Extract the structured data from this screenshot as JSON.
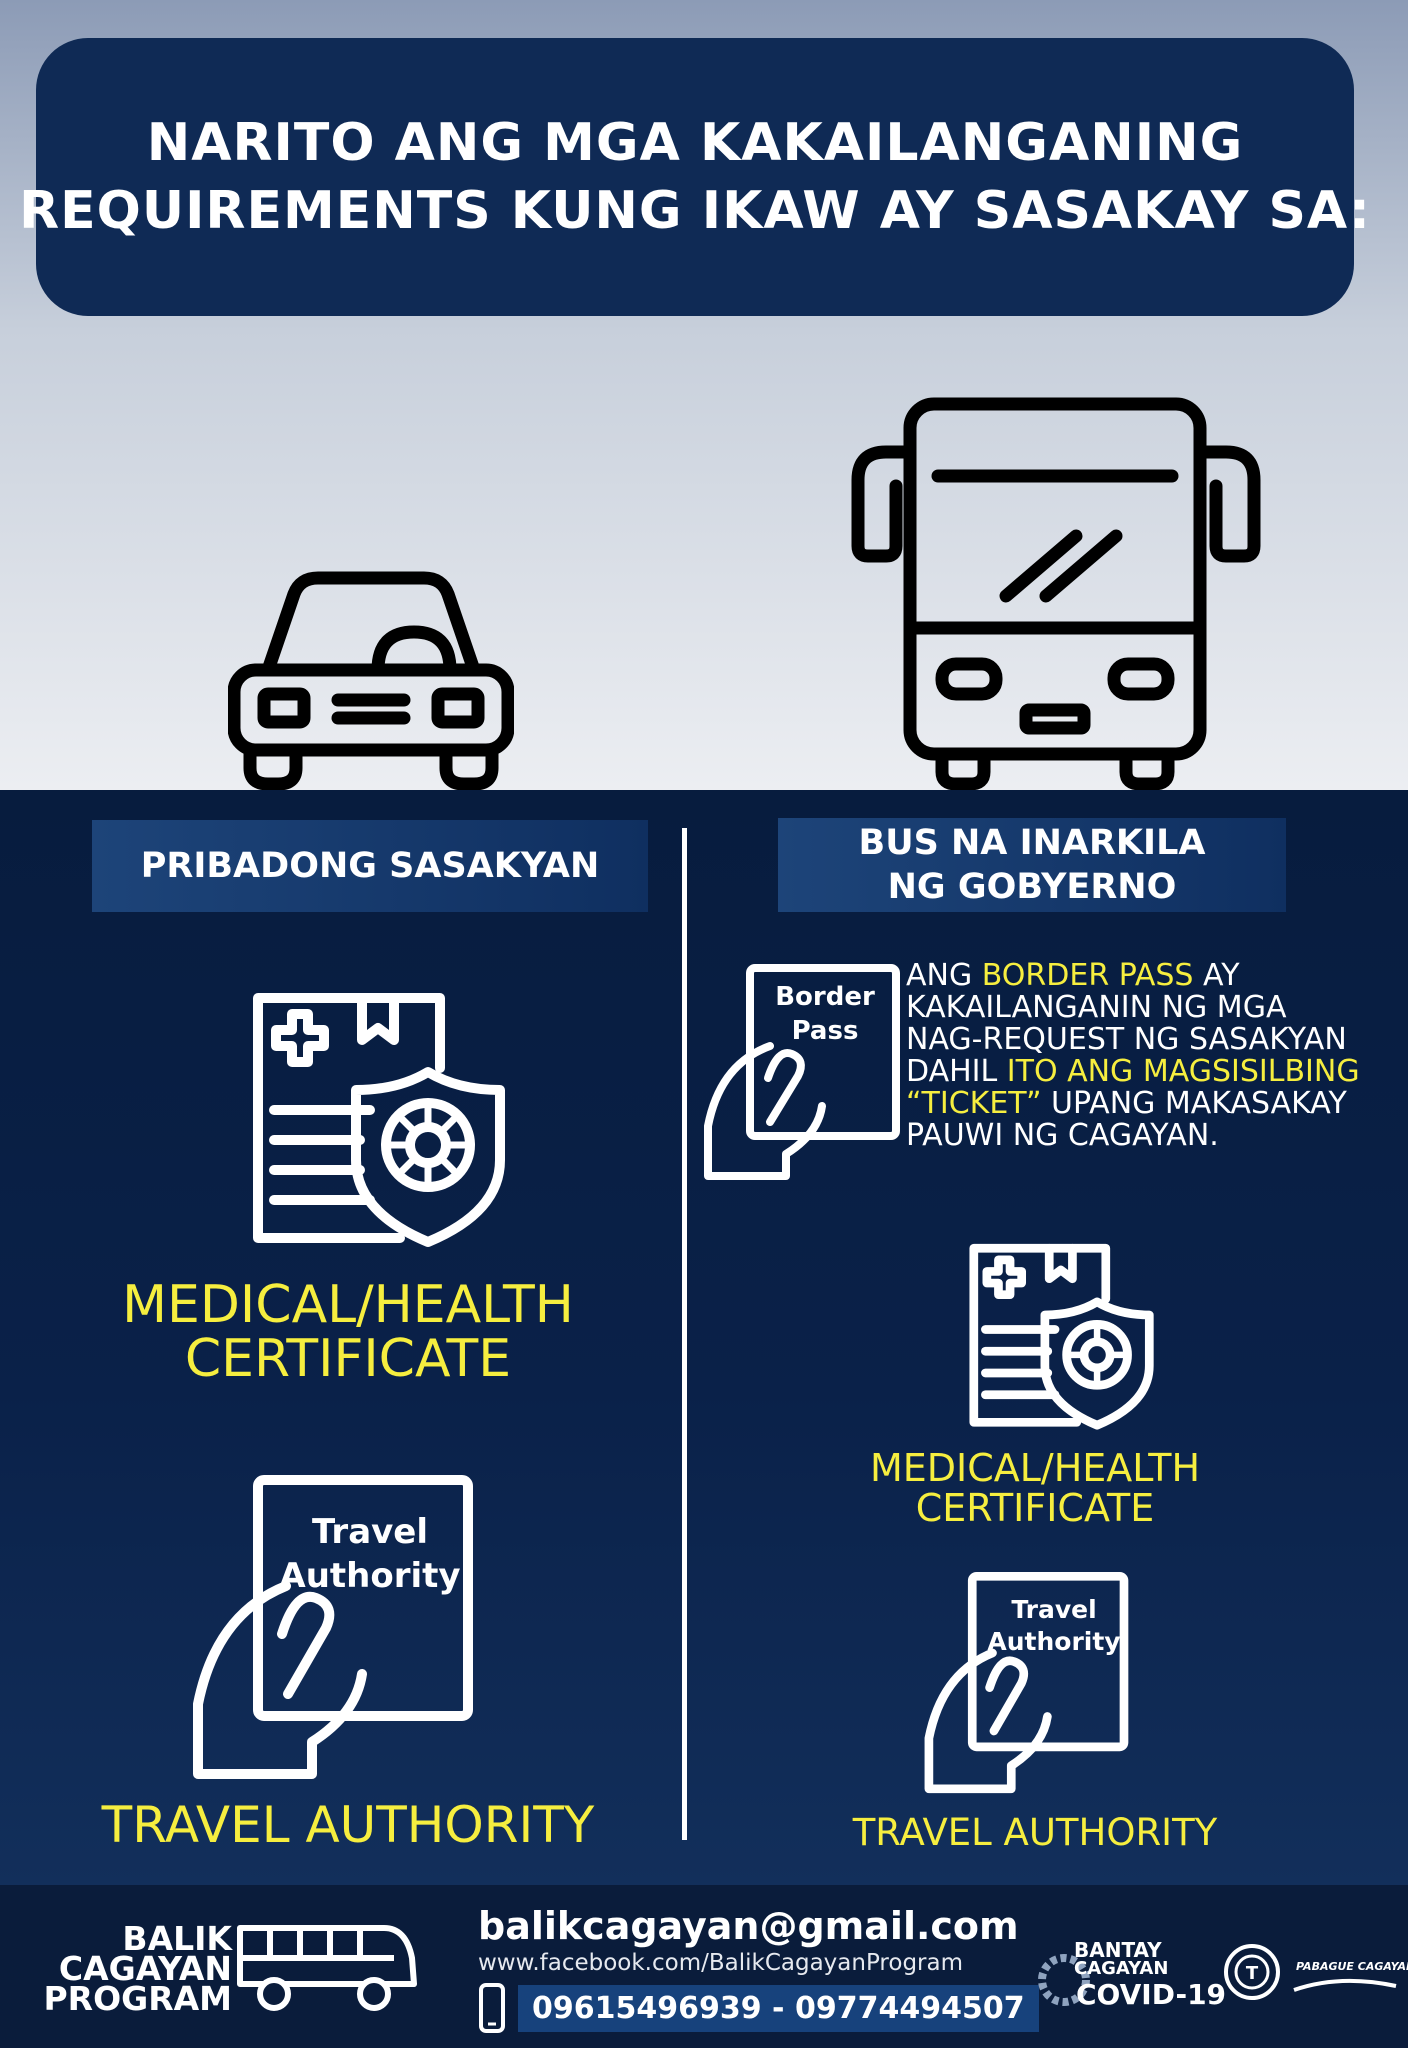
{
  "header": {
    "line1": "NARITO ANG MGA KAKAILANGANING",
    "line2": "REQUIREMENTS KUNG IKAW AY SASAKAY SA:"
  },
  "left": {
    "tab": "PRIBADONG SASAKYAN",
    "medical_line1": "MEDICAL/HEALTH",
    "medical_line2": "CERTIFICATE",
    "travel_doc_line1": "Travel",
    "travel_doc_line2": "Authority",
    "travel_label": "TRAVEL AUTHORITY"
  },
  "right": {
    "tab_line1": "BUS NA INARKILA",
    "tab_line2": "NG GOBYERNO",
    "border_doc_line1": "Border",
    "border_doc_line2": "Pass",
    "border_text": {
      "l1_a": "ANG ",
      "l1_b": "BORDER PASS",
      "l1_c": " AY",
      "l2": "KAKAILANGANIN NG MGA",
      "l3": "NAG-REQUEST NG SASAKYAN",
      "l4_a": "DAHIL ",
      "l4_b": "ITO ANG MAGSISILBING",
      "l5_a": "“TICKET”",
      "l5_b": " UPANG MAKASAKAY",
      "l6": "PAUWI NG CAGAYAN."
    },
    "medical_line1": "MEDICAL/HEALTH",
    "medical_line2": "CERTIFICATE",
    "travel_doc_line1": "Travel",
    "travel_doc_line2": "Authority",
    "travel_label": "TRAVEL AUTHORITY"
  },
  "footer": {
    "brand_line1": "BALIK",
    "brand_line2": "CAGAYAN",
    "brand_line3": "PROGRAM",
    "email": "balikcagayan@gmail.com",
    "facebook": "www.facebook.com/BalikCagayanProgram",
    "phones": "09615496939 - 09774494507",
    "logo_bantay_1": "BANTAY",
    "logo_bantay_2": "CAGAYAN",
    "logo_bantay_3": "COVID-19",
    "logo_pabague": "PABAGUE CAGAYAN"
  },
  "colors": {
    "navy": "#0f2a55",
    "highlight_yellow": "#f6ee3f",
    "white": "#ffffff"
  }
}
